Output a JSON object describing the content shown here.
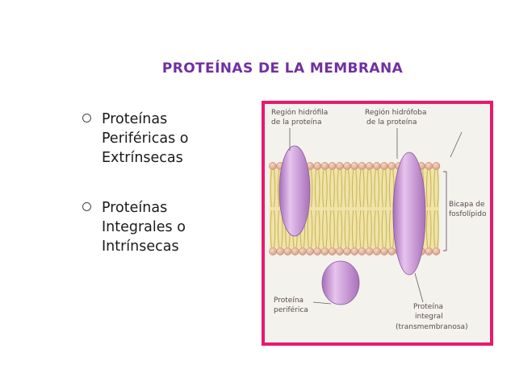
{
  "slide": {
    "title": "PROTEÍNAS DE LA MEMBRANA"
  },
  "bullets": [
    {
      "lines": [
        "Proteínas",
        "Periféricas o",
        "Extrínsecas"
      ]
    },
    {
      "lines": [
        "Proteínas",
        "Integrales o",
        "Intrínsecas"
      ]
    }
  ],
  "diagram": {
    "labels": {
      "hydrophilic_region": [
        "Región hidrófila",
        "de la proteína"
      ],
      "hydrophobic_region": [
        "Región hidrófoba",
        "de la proteína"
      ],
      "phospholipid_bilayer": [
        "Bicapa de",
        "fosfolípido"
      ],
      "peripheral_protein": [
        "Proteína",
        "periférica"
      ],
      "integral_protein": [
        "Proteína",
        "integral",
        "(transmembranosa)"
      ]
    },
    "colors": {
      "frame_border": "#e8196f",
      "title": "#7030a0",
      "protein": "#c98fd4",
      "lipid_head": "#e6b49a",
      "lipid_tail": "#ecdc8c"
    }
  }
}
